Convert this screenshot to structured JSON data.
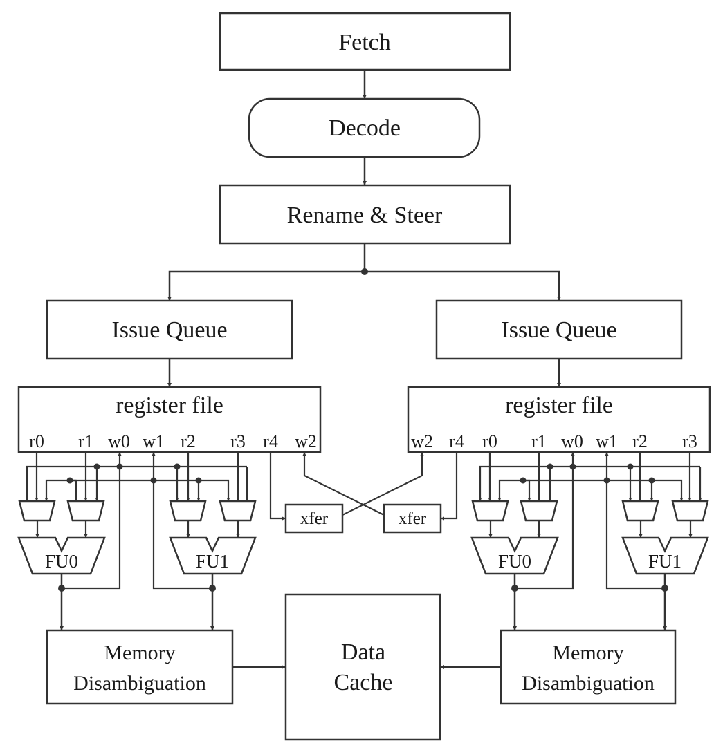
{
  "pipeline": {
    "fetch": "Fetch",
    "decode": "Decode",
    "rename": "Rename & Steer"
  },
  "clusters": [
    {
      "issue_queue": "Issue Queue",
      "register_file": "register file",
      "ports": [
        "r0",
        "r1",
        "w0",
        "w1",
        "r2",
        "r3",
        "r4",
        "w2"
      ],
      "fu0": "FU0",
      "fu1": "FU1",
      "xfer": "xfer",
      "memory": [
        "Memory",
        "Disambiguation"
      ]
    },
    {
      "issue_queue": "Issue Queue",
      "register_file": "register file",
      "ports": [
        "w2",
        "r4",
        "r0",
        "r1",
        "w0",
        "w1",
        "r2",
        "r3"
      ],
      "fu0": "FU0",
      "fu1": "FU1",
      "xfer": "xfer",
      "memory": [
        "Memory",
        "Disambiguation"
      ]
    }
  ],
  "data_cache": [
    "Data",
    "Cache"
  ]
}
